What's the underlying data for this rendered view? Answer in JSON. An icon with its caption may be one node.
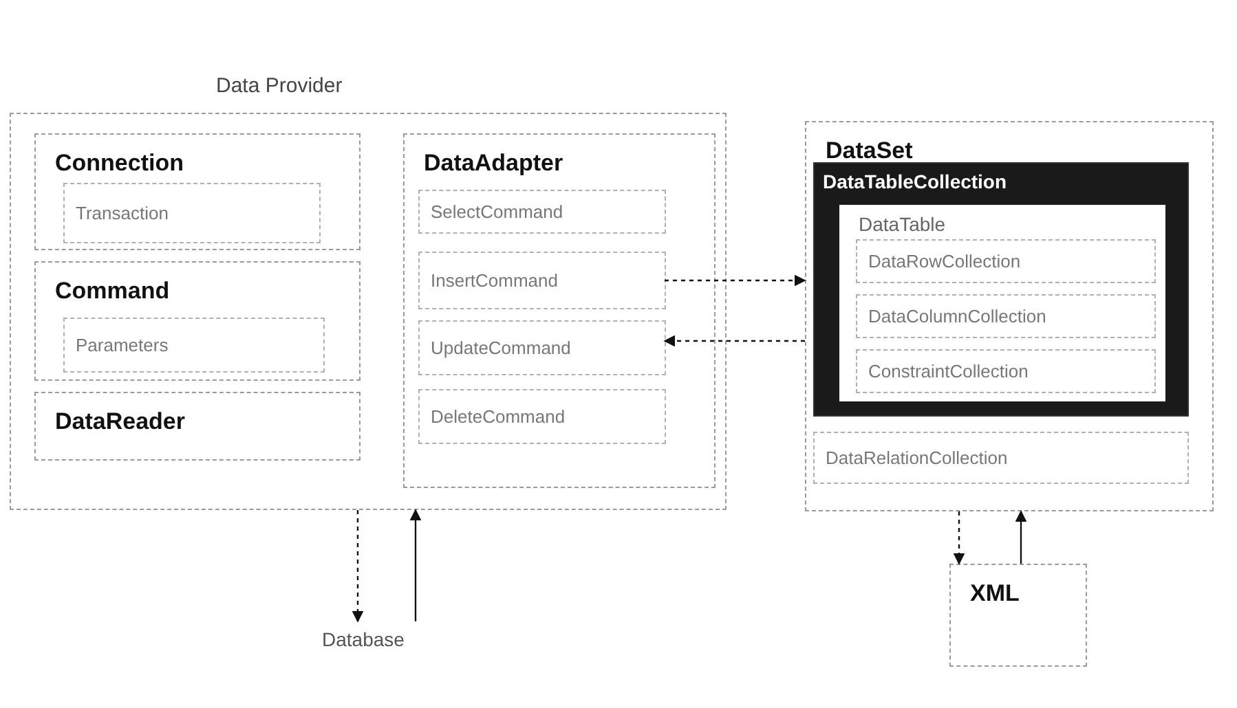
{
  "diagram": {
    "nodes": [
      {
        "text": [
          "Data Provider"
        ]
      },
      {
        "text": [
          "Connection"
        ],
        "in": 0
      },
      {
        "text": [
          "Transaction"
        ],
        "in": 1
      },
      {
        "text": [
          "Command"
        ],
        "in": 0
      },
      {
        "text": [
          "Parameters"
        ],
        "in": 3
      },
      {
        "text": [
          "DataReader"
        ],
        "in": 0
      },
      {
        "text": [
          "DataAdapter"
        ],
        "in": 0
      },
      {
        "text": [
          "SelectCommand"
        ],
        "in": 6
      },
      {
        "text": [
          "InsertCommand"
        ],
        "in": 6
      },
      {
        "text": [
          "UpdateCommand"
        ],
        "in": 6
      },
      {
        "text": [
          "DeleteCommand"
        ],
        "in": 6
      },
      {
        "text": [
          "DataSet"
        ]
      },
      {
        "text": [
          "DataTableCollection"
        ],
        "in": 11
      },
      {
        "text": [
          "DataTable"
        ],
        "in": 12
      },
      {
        "text": [
          "DataRowCollection"
        ],
        "in": 13
      },
      {
        "text": [
          "DataColumnCollection"
        ],
        "in": 13
      },
      {
        "text": [
          "ConstraintCollection"
        ],
        "in": 13
      },
      {
        "text": [
          "DataRelationCollection"
        ],
        "in": 11
      },
      {
        "text": [
          "Database"
        ]
      },
      {
        "text": [
          "XML"
        ]
      }
    ],
    "edges": [
      {
        "from": 8,
        "to": 11,
        "arrow": "to",
        "style": "dashed"
      },
      {
        "from": 11,
        "to": 9,
        "arrow": "to",
        "style": "dashed"
      },
      {
        "from": 0,
        "to": 18,
        "arrow": "to",
        "style": "dashed"
      },
      {
        "from": 18,
        "to": 0,
        "arrow": "to"
      },
      {
        "from": 11,
        "to": 19,
        "arrow": "to",
        "style": "dashed"
      },
      {
        "from": 19,
        "to": 11,
        "arrow": "to"
      }
    ]
  }
}
